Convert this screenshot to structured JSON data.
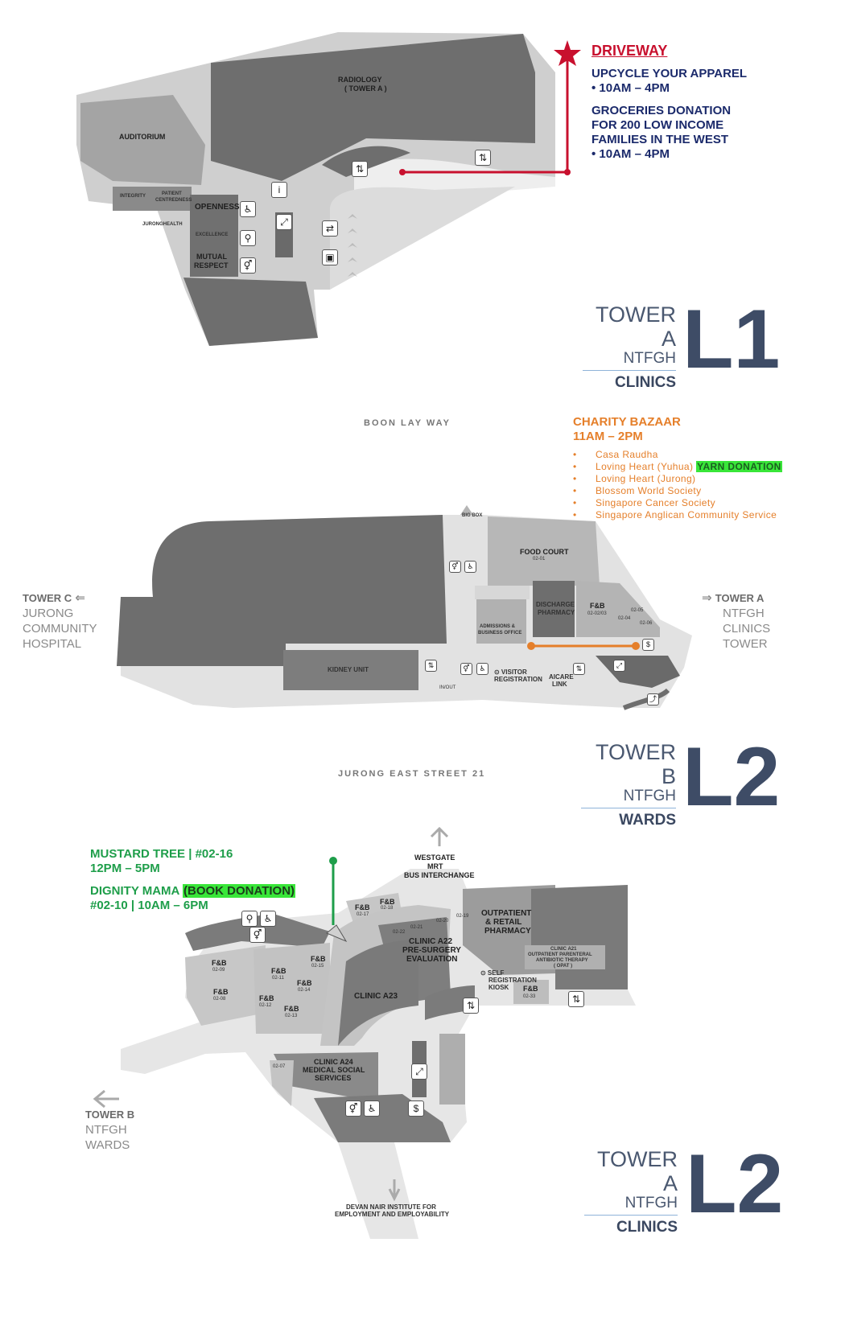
{
  "colors": {
    "bg_light": "#cfcfcf",
    "bg_mid": "#9d9d9d",
    "block_dark": "#6e6e6e",
    "walkway": "#e6e6e6",
    "red_route": "#c8102e",
    "orange_route": "#e57f2a",
    "green_route": "#1e9e4a",
    "title_navy": "#3e4c66"
  },
  "l1": {
    "labels": {
      "auditorium": "AUDITORIUM",
      "radiology": "RADIOLOGY",
      "radiology_sub": "( TOWER A )",
      "integrity": "INTEGRITY",
      "patient_centredness_1": "PATIENT",
      "patient_centredness_2": "CENTREDNESS",
      "jurong_health": "JURONGHEALTH",
      "openness": "OPENNESS",
      "excellence": "EXCELLENCE",
      "mutual_respect_1": "MUTUAL",
      "mutual_respect_2": "RESPECT"
    },
    "event": {
      "heading": "DRIVEWAY",
      "item1_title": "UPCYCLE YOUR APPAREL",
      "item1_time": "•   10AM – 4PM",
      "item2_title_1": "GROCERIES DONATION",
      "item2_title_2": "FOR 200 LOW INCOME",
      "item2_title_3": "FAMILIES IN THE WEST",
      "item2_time": "•   10AM – 4PM"
    },
    "title": {
      "tower": "TOWER A",
      "building": "NTFGH",
      "category": "CLINICS",
      "level": "L1"
    }
  },
  "l2b": {
    "road_top": "BOON LAY WAY",
    "road_bottom": "JURONG EAST STREET 21",
    "labels": {
      "big_box": "BIG BOX",
      "food_court": "FOOD COURT",
      "food_court_unit": "02-01",
      "discharge_1": "DISCHARGE",
      "discharge_2": "PHARMACY",
      "fnb": "F&B",
      "fnb_unit": "02-02/03",
      "u0205": "02-05",
      "u0204": "02-04",
      "u0206": "02-06",
      "admissions_1": "ADMISSIONS &",
      "admissions_2": "BUSINESS OFFICE",
      "kidney": "KIDNEY UNIT",
      "visitor_1": "⊙ VISITOR",
      "visitor_2": "REGISTRATION",
      "aicare_1": "AICARE",
      "aicare_2": "LINK",
      "inout": "IN/OUT"
    },
    "left_dest": {
      "line1": "TOWER C",
      "line2": "JURONG",
      "line3": "COMMUNITY",
      "line4": "HOSPITAL"
    },
    "right_dest": {
      "line1": "TOWER A",
      "line2": "NTFGH",
      "line3": "CLINICS",
      "line4": "TOWER"
    },
    "event": {
      "heading": "CHARITY BAZAAR",
      "time": "11AM – 2PM",
      "items": [
        {
          "name": "Casa Raudha",
          "tag": ""
        },
        {
          "name": "Loving Heart (Yuhua)",
          "tag": "YARN DONATION"
        },
        {
          "name": "Loving Heart (Jurong)",
          "tag": ""
        },
        {
          "name": "Blossom World Society",
          "tag": ""
        },
        {
          "name": "Singapore Cancer Society",
          "tag": ""
        },
        {
          "name": "Singapore Anglican Community Service",
          "tag": ""
        }
      ]
    },
    "title": {
      "tower": "TOWER B",
      "building": "NTFGH",
      "category": "WARDS",
      "level": "L2"
    }
  },
  "l2a": {
    "labels": {
      "westgate_1": "WESTGATE",
      "westgate_2": "MRT",
      "westgate_3": "BUS INTERCHANGE",
      "outpatient_1": "OUTPATIENT",
      "outpatient_2": "& RETAIL",
      "outpatient_3": "PHARMACY",
      "a21_1": "CLINIC A21",
      "a21_2": "OUTPATIENT PARENTERAL",
      "a21_3": "ANTIBIOTIC THERAPY",
      "a21_4": "( OPAT )",
      "a22_1": "CLINIC A22",
      "a22_2": "PRE-SURGERY",
      "a22_3": "EVALUATION",
      "a23": "CLINIC A23",
      "a24_1": "CLINIC A24",
      "a24_2": "MEDICAL SOCIAL",
      "a24_3": "SERVICES",
      "self_reg_1": "⊙ SELF",
      "self_reg_2": "REGISTRATION",
      "self_reg_3": "KIOSK",
      "fnb": "F&B",
      "u0233": "02-33",
      "u0217": "02-17",
      "u0218": "02-18",
      "u0209": "02-09",
      "u0208": "02-08",
      "u0211": "02-11",
      "u0215": "02-15",
      "u0212": "02-12",
      "u0214": "02-14",
      "u0213": "02-13",
      "u0219": "02-19",
      "u0220": "02-20",
      "u0221": "02-21",
      "u0222": "02-22",
      "u0207": "02-07",
      "devan_1": "DEVAN NAIR INSTITUTE FOR",
      "devan_2": "EMPLOYMENT AND EMPLOYABILITY"
    },
    "left_dest": {
      "line1": "TOWER B",
      "line2": "NTFGH",
      "line3": "WARDS"
    },
    "event": {
      "line1": "MUSTARD TREE | #02-16",
      "line2": "12PM – 5PM",
      "line3": "DIGNITY MAMA",
      "line3_tag": "(BOOK DONATION)",
      "line4": "#02-10 | 10AM – 6PM"
    },
    "title": {
      "tower": "TOWER A",
      "building": "NTFGH",
      "category": "CLINICS",
      "level": "L2"
    }
  }
}
